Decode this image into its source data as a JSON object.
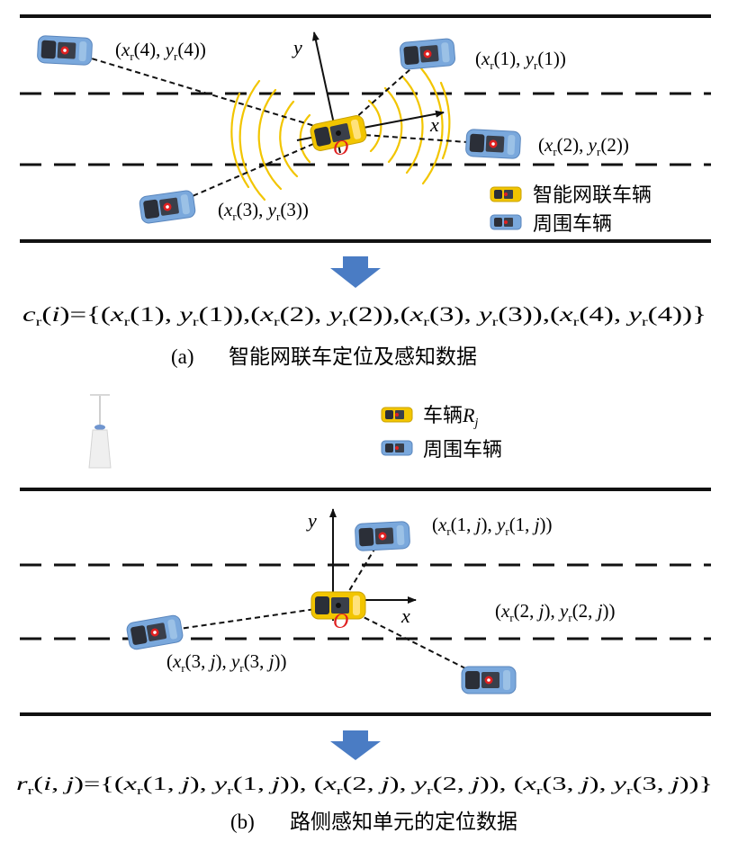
{
  "panel_a": {
    "vehicle_labels": {
      "v1": "(xr(1), yr(1))",
      "v2": "(xr(2), yr(2))",
      "v3": "(xr(3), yr(3))",
      "v4": "(xr(4), yr(4))"
    },
    "axis_x": "x",
    "axis_y": "y",
    "origin": "O",
    "legend": {
      "ego": "智能网联车辆",
      "surround": "周围车辆"
    },
    "formula": "cr(i)={(xr(1), yr(1)),(xr(2), yr(2)),(xr(3), yr(3)),(xr(4), yr(4))}",
    "caption_tag": "(a)",
    "caption_text": "智能网联车定位及感知数据"
  },
  "panel_b": {
    "legend": {
      "ego": "车辆Rj",
      "surround": "周围车辆"
    },
    "vehicle_labels": {
      "v1": "(xr(1, j), yr(1, j))",
      "v2": "(xr(2, j), yr(2, j))",
      "v3": "(xr(3, j), yr(3, j))"
    },
    "axis_x": "x",
    "axis_y": "y",
    "origin": "O",
    "formula": "rr(i, j)={(xr(1, j), yr(1, j)), (xr(2, j), yr(2, j)), (xr(3, j), yr(3, j))}",
    "caption_tag": "(b)",
    "caption_text": "路侧感知单元的定位数据"
  },
  "colors": {
    "ego_car": "#f2c500",
    "surround_car": "#7aa8dc",
    "arrow": "#4a7cc4",
    "wave": "#f2c500",
    "origin": "#e02020",
    "lane": "#111111"
  }
}
